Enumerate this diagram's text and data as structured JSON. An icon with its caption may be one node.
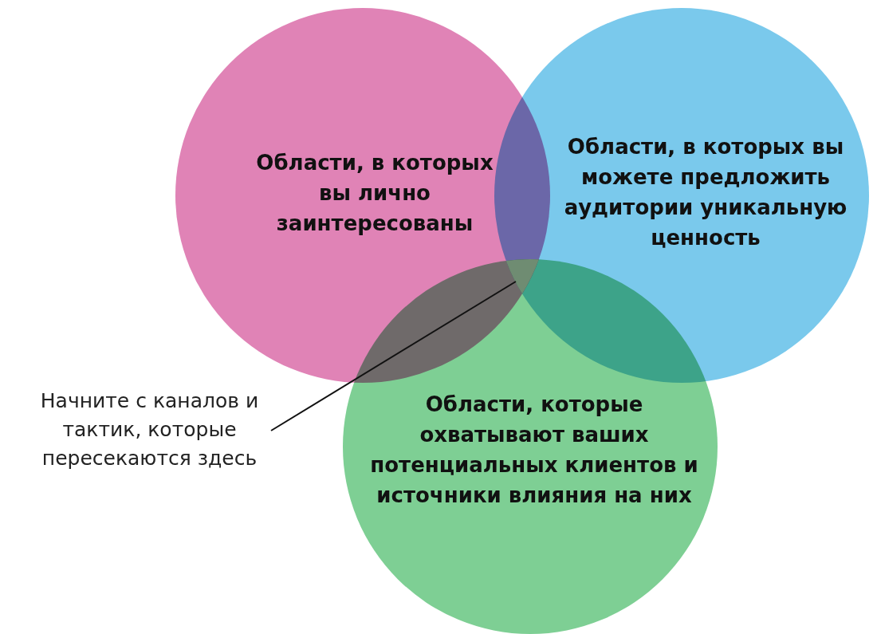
{
  "diagram": {
    "nodes": [
      {
        "text": [
          "Области, в которых вы лично заинтересованы"
        ]
      },
      {
        "text": [
          "Области, в которых вы можете предложить аудитории уникальную ценность"
        ]
      },
      {
        "text": [
          "Области, которые охватывают ваших потенциальных клиентов и источники влияния на них"
        ]
      },
      {
        "text": [
          "Начните с каналов и тактик, которые пересекаются здесь"
        ]
      },
      {
        "text": [],
        "shape": "region"
      }
    ],
    "edges": [
      {
        "from": 3,
        "to": 4,
        "arrow": "none"
      }
    ]
  }
}
